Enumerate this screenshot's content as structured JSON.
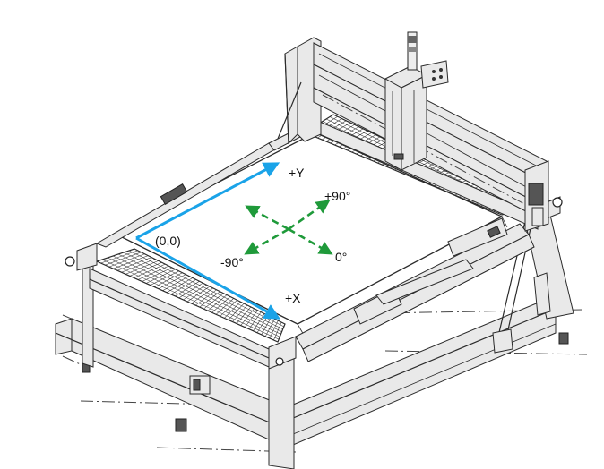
{
  "labels": {
    "origin": "(0,0)",
    "plus_x": "+X",
    "plus_y": "+Y",
    "plus_90": "+90°",
    "minus_90": "-90°",
    "zero_deg": "0°"
  },
  "colors": {
    "axis_arrows": "#1aa3e8",
    "rotation_arrows": "#1f9a3a",
    "linework": "#2b2b2b",
    "background": "#ffffff"
  }
}
